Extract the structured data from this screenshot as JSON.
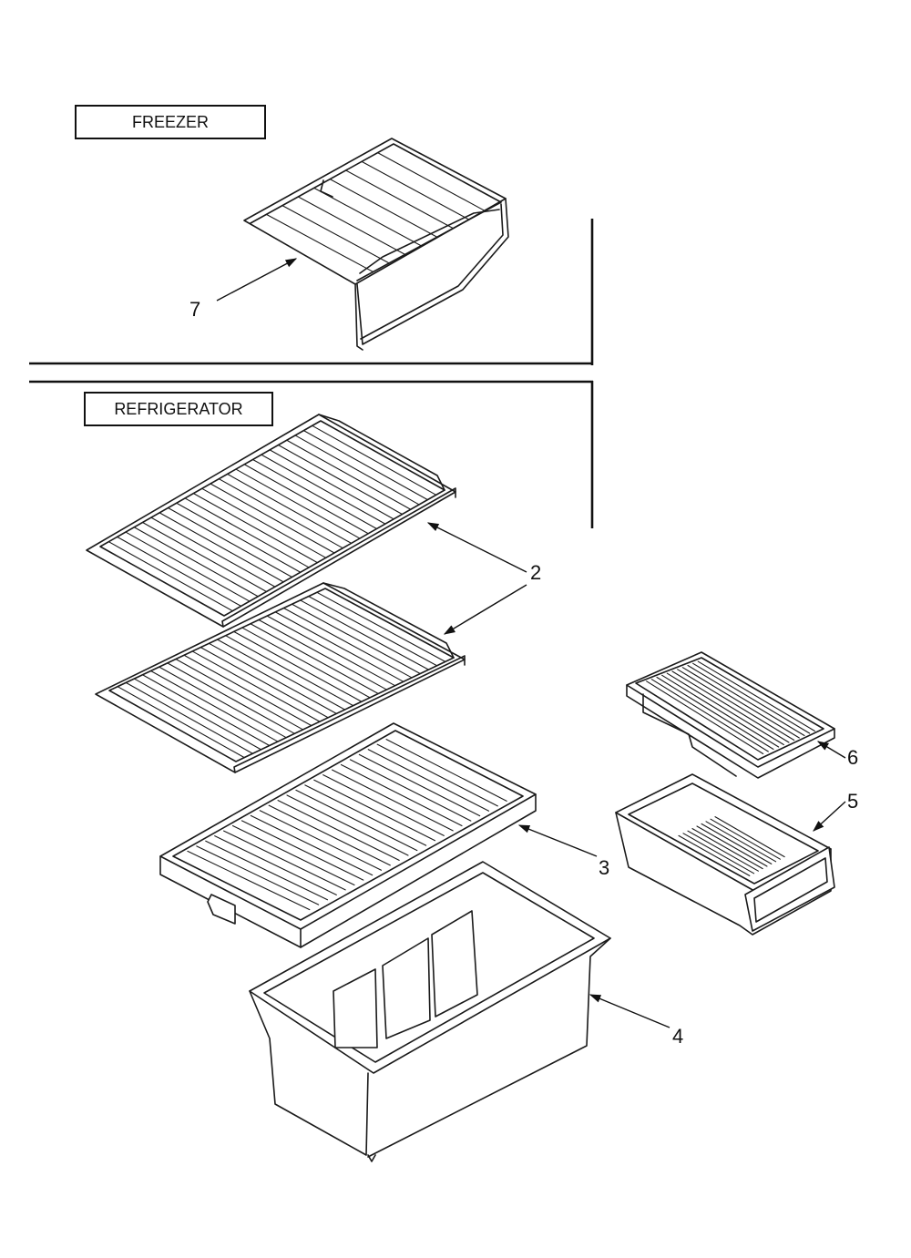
{
  "sections": {
    "freezer_label": "FREEZER",
    "refrigerator_label": "REFRIGERATOR"
  },
  "callouts": {
    "part_7": "7",
    "part_2": "2",
    "part_3": "3",
    "part_4": "4",
    "part_5": "5",
    "part_6": "6"
  },
  "parts": [
    {
      "number": "7",
      "name": "freezer-wire-shelf-icon"
    },
    {
      "number": "2",
      "name": "refrigerator-wire-shelf-icon"
    },
    {
      "number": "3",
      "name": "crisper-cover-icon"
    },
    {
      "number": "4",
      "name": "crisper-bin-icon"
    },
    {
      "number": "5",
      "name": "meat-pan-icon"
    },
    {
      "number": "6",
      "name": "meat-pan-cover-icon"
    }
  ]
}
